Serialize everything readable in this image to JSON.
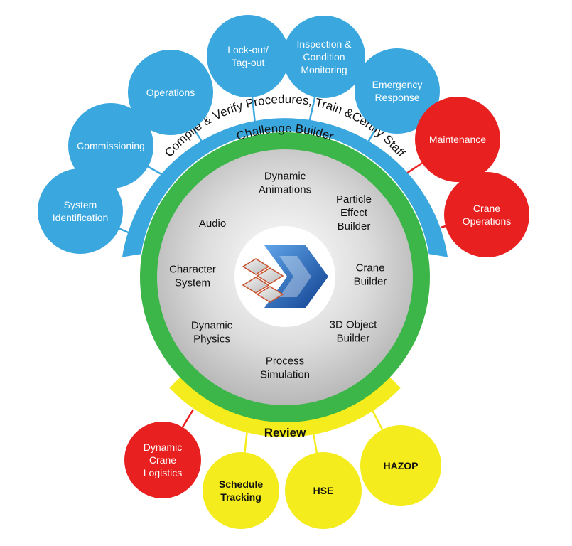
{
  "colors": {
    "blue": "#3aa7de",
    "red": "#e8201f",
    "yellow": "#f4ec1c",
    "green": "#3cb648",
    "white_text": "#ffffff",
    "dark_text": "#111111",
    "logo_blue": "#1d63b8",
    "logo_orange": "#c8502a"
  },
  "ring": {
    "outer_banner": "Compile & Verify Procedures, Train &Certify Staff",
    "inner_banner": "Challenge Builder",
    "bottom_banner": "Review"
  },
  "center_logo": {
    "icon": "arrow-logo-icon"
  },
  "inner_items": [
    {
      "label": [
        "Dynamic",
        "Animations"
      ]
    },
    {
      "label": [
        "Particle",
        "Effect",
        "Builder"
      ]
    },
    {
      "label": [
        "Crane",
        "Builder"
      ]
    },
    {
      "label": [
        "3D Object",
        "Builder"
      ]
    },
    {
      "label": [
        "Process",
        "Simulation"
      ]
    },
    {
      "label": [
        "Dynamic",
        "Physics"
      ]
    },
    {
      "label": [
        "Character",
        "System"
      ]
    },
    {
      "label": [
        "Audio"
      ]
    }
  ],
  "top_nodes": [
    {
      "label": [
        "System",
        "Identification"
      ],
      "color": "blue"
    },
    {
      "label": [
        "Commissioning"
      ],
      "color": "blue"
    },
    {
      "label": [
        "Operations"
      ],
      "color": "blue"
    },
    {
      "label": [
        "Lock-out/",
        "Tag-out"
      ],
      "color": "blue"
    },
    {
      "label": [
        "Inspection &",
        "Condition",
        "Monitoring"
      ],
      "color": "blue"
    },
    {
      "label": [
        "Emergency",
        "Response"
      ],
      "color": "blue"
    },
    {
      "label": [
        "Maintenance"
      ],
      "color": "red"
    },
    {
      "label": [
        "Crane",
        "Operations"
      ],
      "color": "red"
    }
  ],
  "bottom_nodes": [
    {
      "label": [
        "Dynamic",
        "Crane",
        "Logistics"
      ],
      "color": "red"
    },
    {
      "label": [
        "Schedule",
        "Tracking"
      ],
      "color": "yellow"
    },
    {
      "label": [
        "HSE"
      ],
      "color": "yellow"
    },
    {
      "label": [
        "HAZOP"
      ],
      "color": "yellow"
    }
  ]
}
